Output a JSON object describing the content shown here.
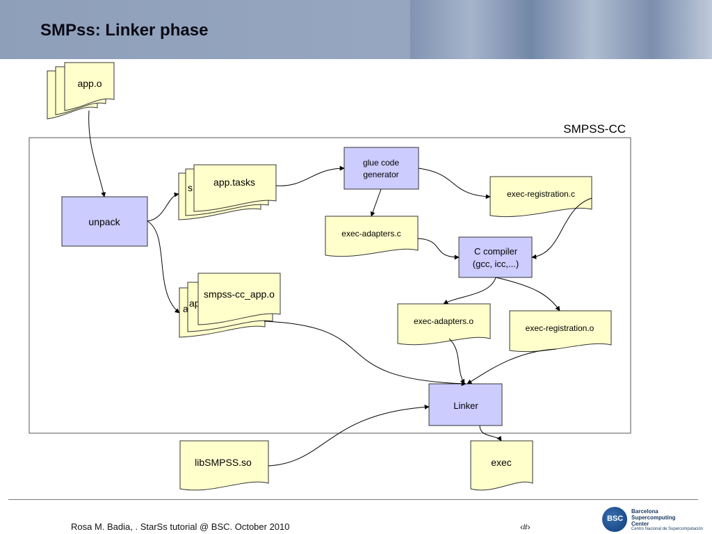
{
  "slide": {
    "title": "SMPss: Linker phase",
    "footer": "Rosa M. Badia, . StarSs tutorial @  BSC. October 2010",
    "page_number": "‹#›"
  },
  "logo": {
    "mark": "BSC",
    "name_line1": "Barcelona",
    "name_line2": "Supercomputing",
    "name_line3": "Center",
    "subtitle": "Centro Nacional de Supercomputación"
  },
  "diagram": {
    "container_label": "SMPSS-CC",
    "docs": {
      "app_o": "app.o",
      "app_tasks": "app.tasks",
      "app_tasks_back": "s",
      "smpss_cc_app_o": "smpss-cc_app.o",
      "smpss_cc_back1": "a",
      "smpss_cc_back2": "ap",
      "exec_registration_c": "exec-registration.c",
      "exec_adapters_c": "exec-adapters.c",
      "exec_adapters_o": "exec-adapters.o",
      "exec_registration_o": "exec-registration.o",
      "libsmpss": "libSMPSS.so",
      "exec": "exec"
    },
    "processes": {
      "unpack": "unpack",
      "glue_line1": "glue code",
      "glue_line2": "generator",
      "compiler_line1": "C compiler",
      "compiler_line2": "(gcc, icc,...)",
      "linker": "Linker"
    }
  },
  "colors": {
    "process_fill": "#ccccff",
    "document_fill": "#ffffcc",
    "header_blue": "#8e9fba"
  }
}
